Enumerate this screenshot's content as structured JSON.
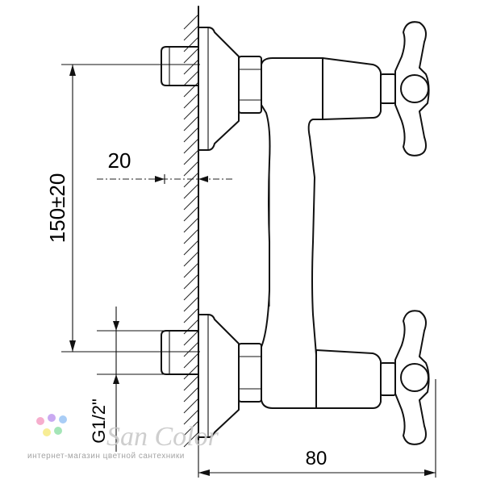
{
  "dimensions": {
    "center_distance": "150±20",
    "wall_offset": "20",
    "depth": "80",
    "thread": "G1/2\""
  },
  "watermark": {
    "brand": "San Color",
    "tagline": "интернет-магазин цветной сантехники",
    "dot_colors": [
      "#f6a6c8",
      "#c4a0f0",
      "#a0c8f6",
      "#f7ec8a",
      "#9be3b0"
    ]
  }
}
